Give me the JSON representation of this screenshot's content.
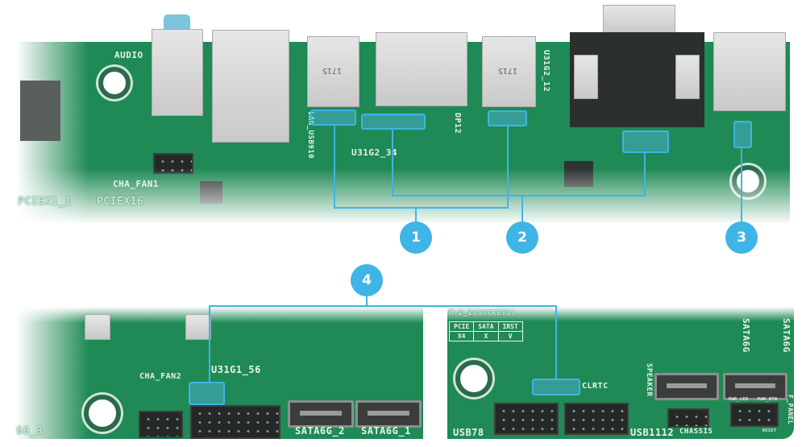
{
  "top_board": {
    "labels": {
      "audio": "AUDIO",
      "cha_fan1": "CHA_FAN1",
      "pciex16": "PCIEX16",
      "pciex1_1": "PCIEX1_1",
      "lan_usb910": "LAN_USB910",
      "u31g2_34": "U31G2_34",
      "dp12": "DP12",
      "u31g2_12": "U31G2_12",
      "usb_marking_1": "1715",
      "usb_marking_2": "1715"
    }
  },
  "callouts": [
    "1",
    "2",
    "3",
    "4"
  ],
  "bottom_left": {
    "labels": {
      "cha_fan2": "CHA_FAN2",
      "u31g1_56": "U31G1_56",
      "sata6g_2": "SATA6G_2",
      "sata6g_1": "SATA6G_1",
      "sata6g_3": "6G_3"
    }
  },
  "bottom_right": {
    "m2_title": "M.2_2(SOCKET3)",
    "m2_table": {
      "headers": [
        "PCIE",
        "SATA",
        "IRST"
      ],
      "row": [
        "X4",
        "X",
        "V"
      ]
    },
    "labels": {
      "clrtc": "CLRTC",
      "usb78": "USB78",
      "usb1112": "USB1112",
      "chassis": "CHASSIS",
      "speaker": "SPEAKER",
      "sata6g_a": "SATA6G",
      "sata6g_b": "SATA6G",
      "f_panel": "F_PANEL",
      "pwr_led": "PWR_LED",
      "pwr_btn": "PWR_BTN",
      "reset": "RESET"
    }
  },
  "colors": {
    "accent": "#3fb4e6",
    "pcb": "#1f8a55"
  }
}
